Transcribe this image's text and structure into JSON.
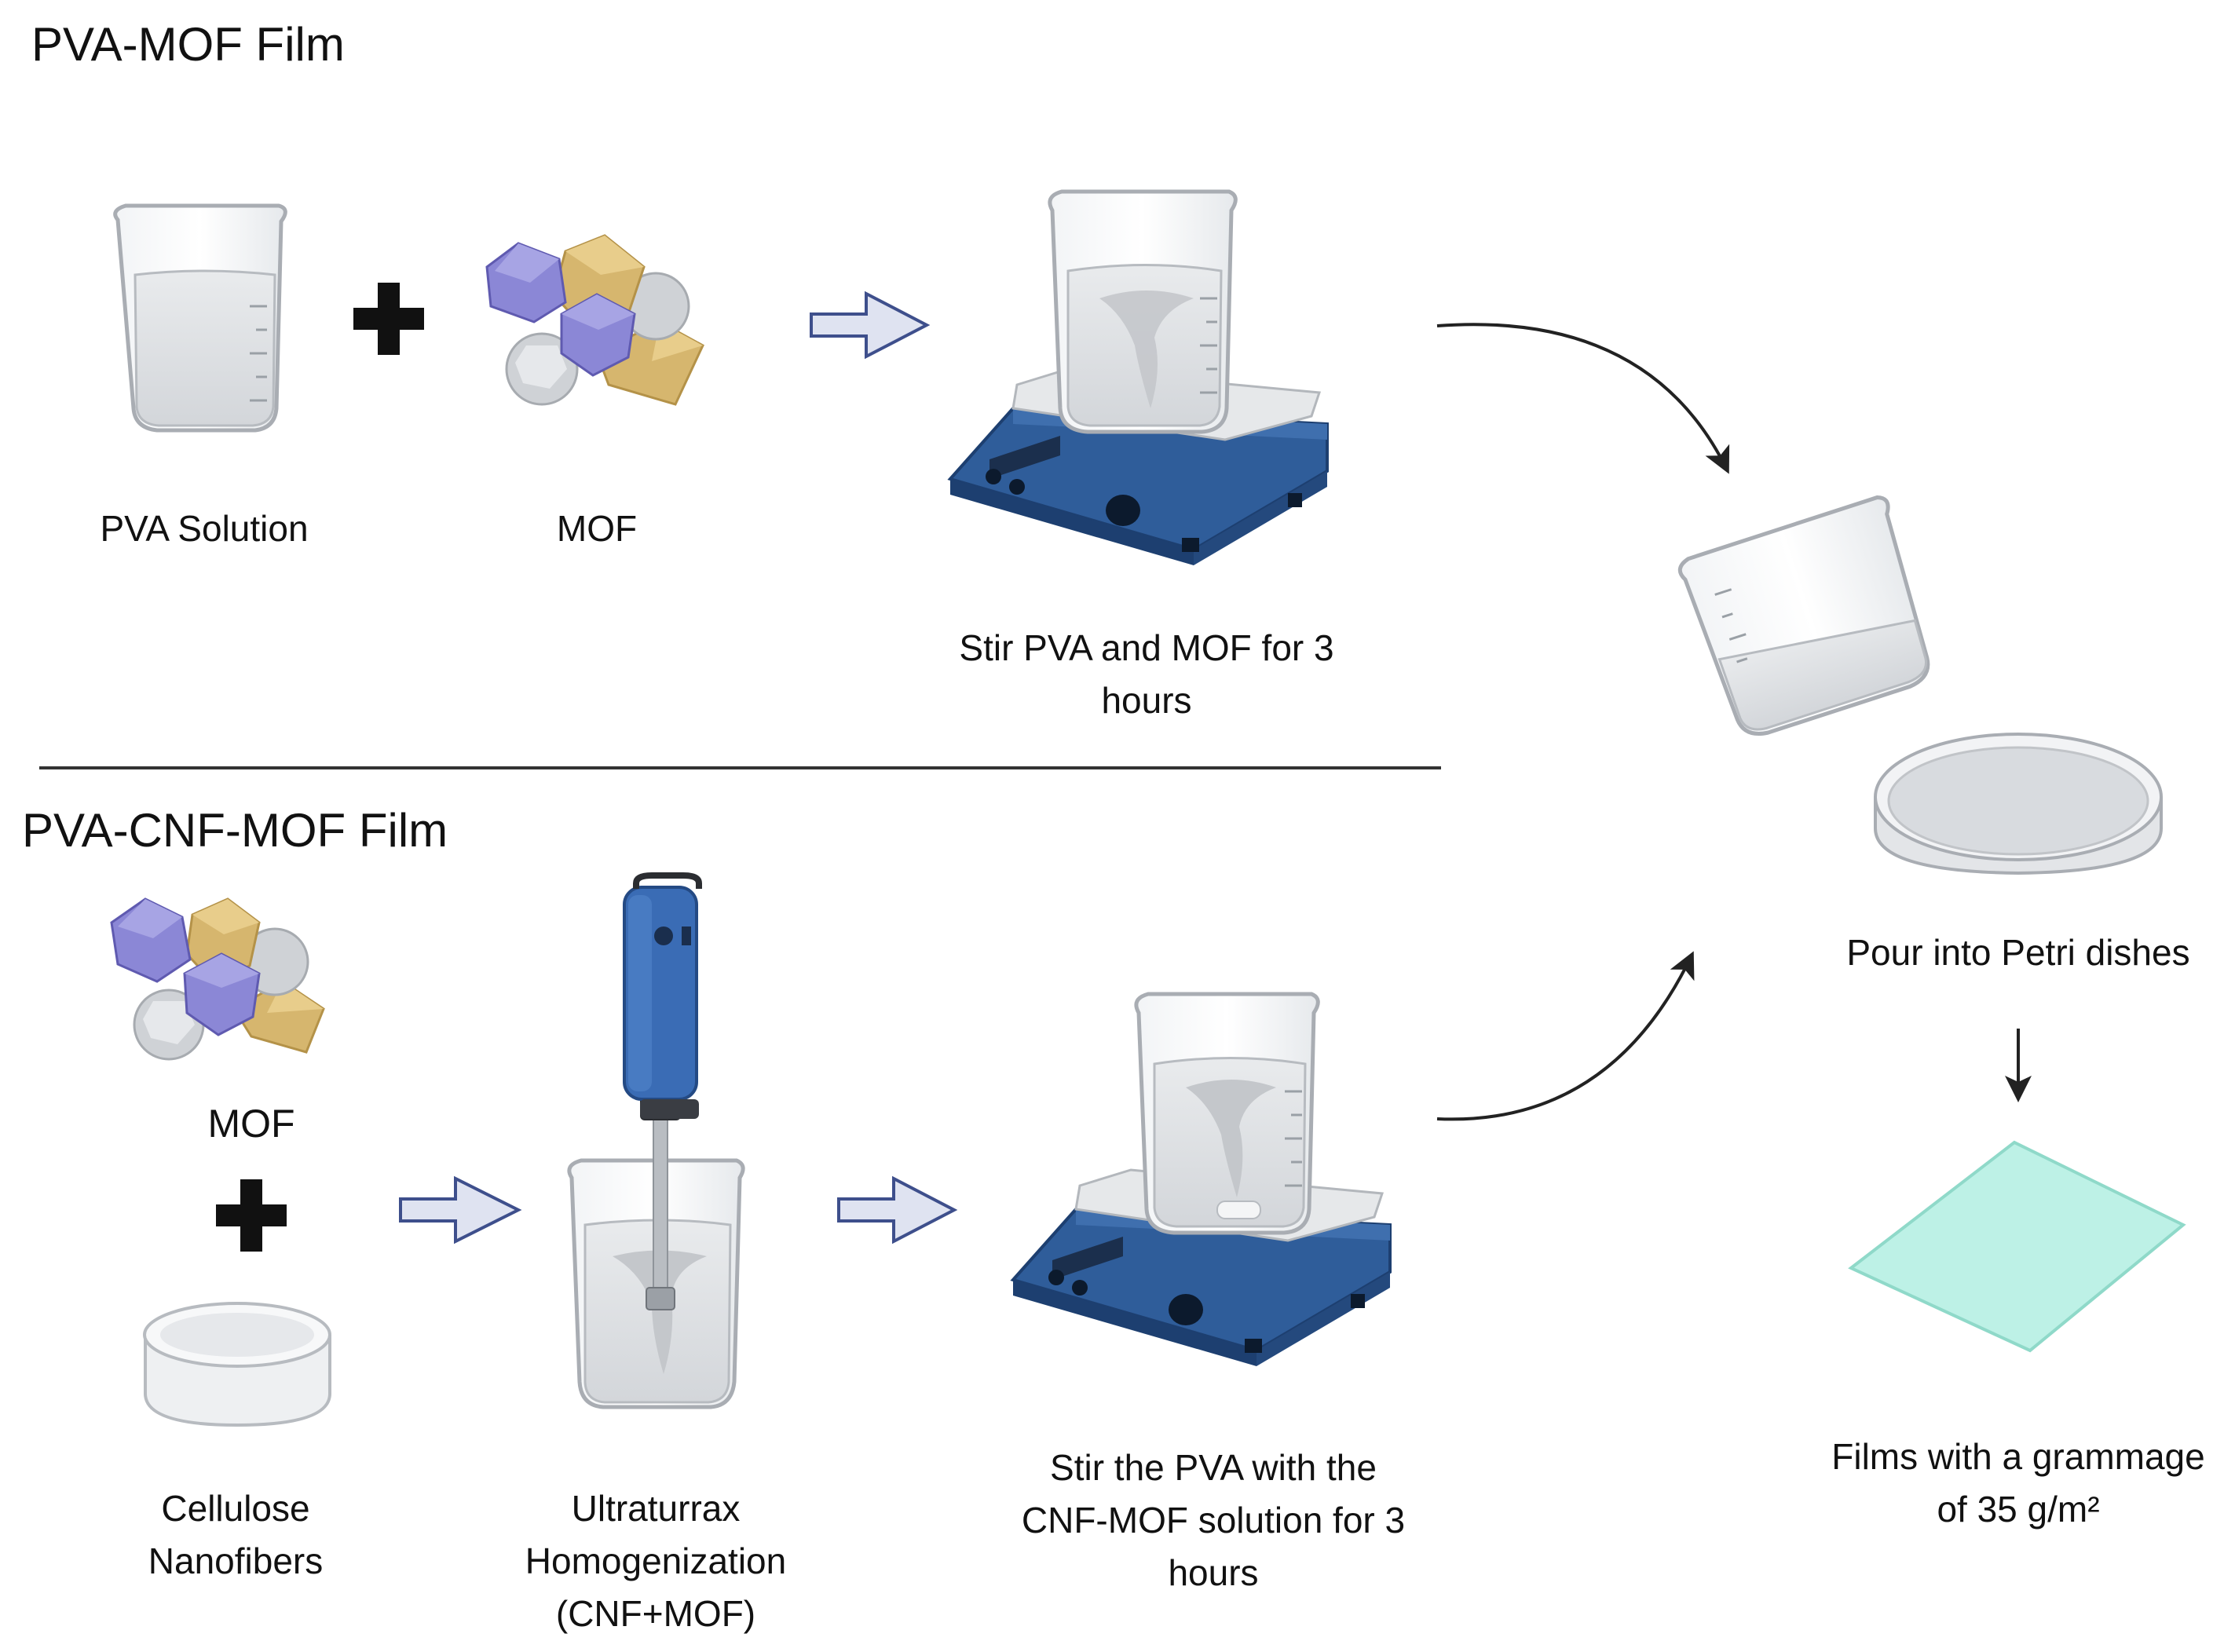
{
  "sections": {
    "top": {
      "title": "PVA-MOF Film"
    },
    "bottom": {
      "title": "PVA-CNF-MOF Film"
    }
  },
  "labels": {
    "pva_solution": "PVA Solution",
    "mof_top": "MOF",
    "stir_top": [
      "Stir PVA and MOF for 3",
      "hours"
    ],
    "mof_bottom": "MOF",
    "cellulose": [
      "Cellulose",
      "Nanofibers"
    ],
    "ultraturrax": [
      "Ultraturrax",
      "Homogenization",
      "(CNF+MOF)"
    ],
    "stir_bottom": [
      "Stir the PVA with the",
      "CNF-MOF  solution for 3",
      "hours"
    ],
    "pour": "Pour into Petri dishes",
    "films": [
      "Films with a grammage",
      "of 35 g/m²"
    ]
  },
  "colors": {
    "mof_purple": "#8b87d6",
    "mof_gold": "#d6b66e",
    "mof_gray": "#cfd2d6",
    "stirrer_blue": "#2f5d9a",
    "liquid": "#e1e3e6",
    "film": "#bdf1e6",
    "process_arrow": "#3e4f8c"
  }
}
